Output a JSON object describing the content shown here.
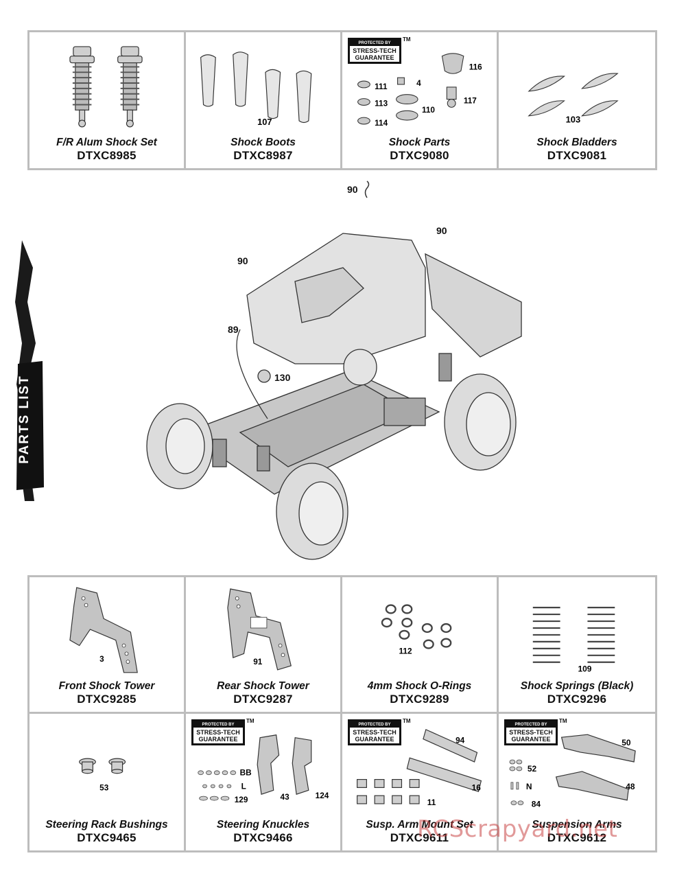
{
  "side_tab_label": "PARTS LIST",
  "stamp": {
    "line1": "PROTECTED BY",
    "line2": "STRESS-TECH",
    "line3": "GUARANTEE",
    "tm": "TM"
  },
  "top_row": [
    {
      "name": "F/R Alum Shock Set",
      "code": "DTXC8985"
    },
    {
      "name": "Shock Boots",
      "code": "DTXC8987",
      "callouts": [
        "107"
      ]
    },
    {
      "name": "Shock Parts",
      "code": "DTXC9080",
      "callouts": [
        "116",
        "111",
        "4",
        "113",
        "110",
        "117",
        "114"
      ]
    },
    {
      "name": "Shock Bladders",
      "code": "DTXC9081",
      "callouts": [
        "103"
      ]
    }
  ],
  "exploded": {
    "callouts": [
      "90",
      "90",
      "90",
      "89",
      "130"
    ]
  },
  "bottom_row1": [
    {
      "name": "Front Shock Tower",
      "code": "DTXC9285",
      "callouts": [
        "3"
      ]
    },
    {
      "name": "Rear Shock Tower",
      "code": "DTXC9287",
      "callouts": [
        "91"
      ]
    },
    {
      "name": "4mm Shock O-Rings",
      "code": "DTXC9289",
      "callouts": [
        "112"
      ]
    },
    {
      "name": "Shock Springs (Black)",
      "code": "DTXC9296",
      "callouts": [
        "109"
      ]
    }
  ],
  "bottom_row2": [
    {
      "name": "Steering Rack Bushings",
      "code": "DTXC9465",
      "callouts": [
        "53"
      ]
    },
    {
      "name": "Steering Knuckles",
      "code": "DTXC9466",
      "callouts": [
        "BB",
        "L",
        "129",
        "43",
        "124"
      ]
    },
    {
      "name": "Susp. Arm Mount Set",
      "code": "DTXC9611",
      "callouts": [
        "94",
        "16",
        "11"
      ]
    },
    {
      "name": "Suspension Arms",
      "code": "DTXC9612",
      "callouts": [
        "50",
        "52",
        "N",
        "48",
        "84"
      ]
    }
  ],
  "watermark": "RCScrapyard.net"
}
